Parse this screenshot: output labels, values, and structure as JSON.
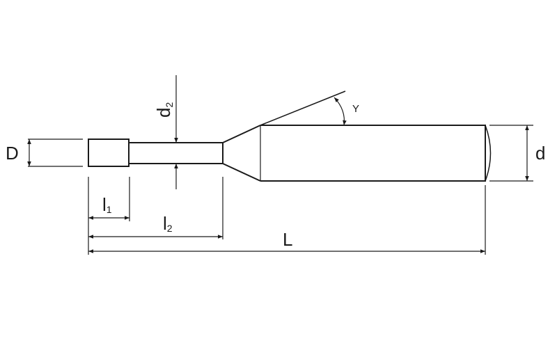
{
  "labels": {
    "D": "D",
    "d": "d",
    "d2_main": "d",
    "d2_sub": "2",
    "l1_main": "l",
    "l1_sub": "1",
    "l2_main": "l",
    "l2_sub": "2",
    "L": "L",
    "gamma": "Y"
  },
  "colors": {
    "stroke": "#1a1a1a",
    "background": "#ffffff"
  }
}
